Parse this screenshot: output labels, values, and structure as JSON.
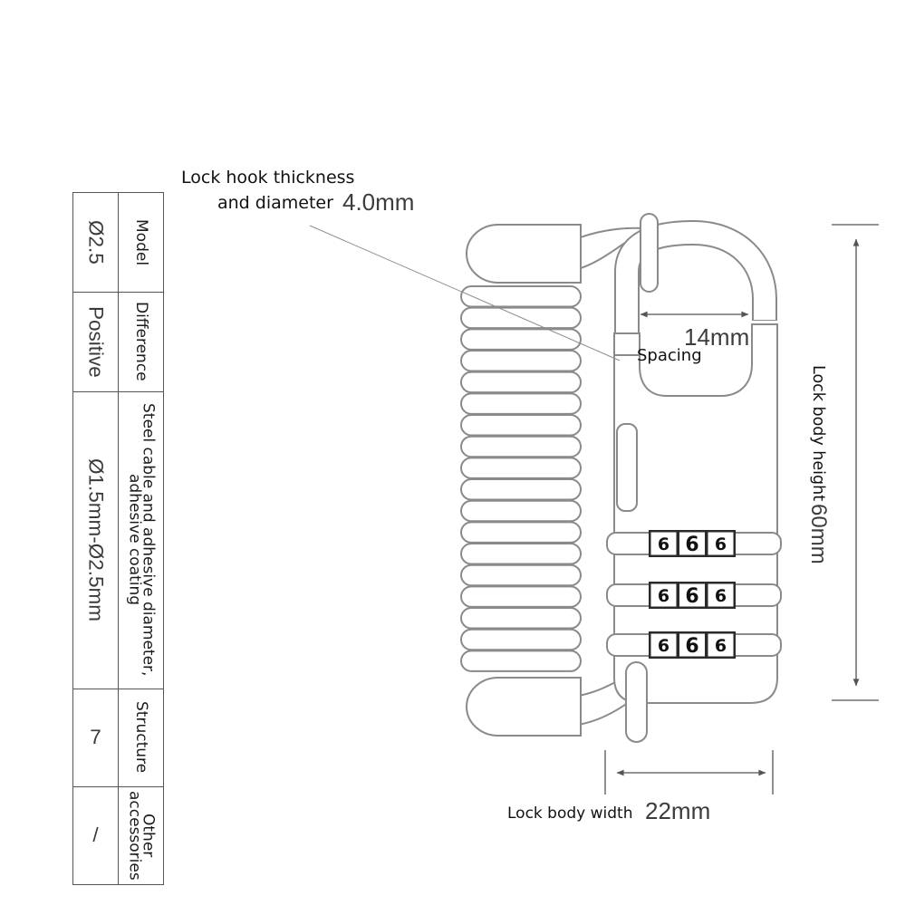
{
  "spec_table": {
    "rows": [
      {
        "label": [
          "Model"
        ],
        "value": "Ø2.5"
      },
      {
        "label": [
          "Difference"
        ],
        "value": "Positive"
      },
      {
        "label": [
          "Steel cable and adhesive diameter,",
          "adhesive coating"
        ],
        "value": "Ø1.5mm-Ø2.5mm"
      },
      {
        "label": [
          "Structure"
        ],
        "value": "7"
      },
      {
        "label": [
          "Other",
          "accessories"
        ],
        "value": "/"
      }
    ]
  },
  "callouts": {
    "hook_label_line1": "Lock hook thickness",
    "hook_label_line2": "and diameter",
    "hook_value": "4.0mm",
    "opening_value": "14mm",
    "spacing_label": "Spacing",
    "height_label": "Lock body height",
    "height_value": "60mm",
    "width_label": "Lock body width",
    "width_value": "22mm"
  },
  "lock": {
    "dials": [
      [
        "6",
        "6",
        "6"
      ],
      [
        "6",
        "6",
        "6"
      ],
      [
        "6",
        "6",
        "6"
      ]
    ]
  },
  "colors": {
    "linework": "#8a8a8a",
    "dimension": "#555555",
    "dial_window": "#2a2a2a",
    "table_border": "#555555"
  }
}
